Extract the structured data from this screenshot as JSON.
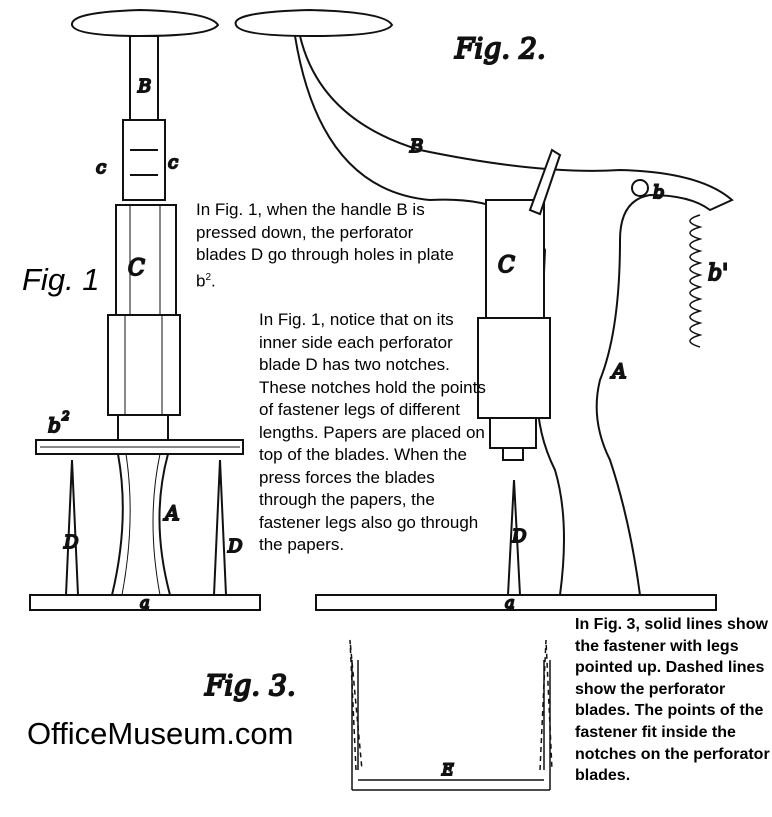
{
  "figure_labels": {
    "fig1": "Fig. 1",
    "fig2": "Fig. 2.",
    "fig3": "Fig. 3."
  },
  "part_labels": {
    "B_fig1": "B",
    "c_left": "c",
    "c_right": "c",
    "C_fig1": "C",
    "b2": "b",
    "b2_sup": "2",
    "A_fig1": "A",
    "D_left": "D",
    "D_right": "D",
    "a_fig1": "a",
    "B_fig2": "B",
    "C_fig2": "C",
    "b_fig2": "b",
    "b_prime": "b'",
    "A_fig2": "A",
    "D_fig2": "D",
    "a_fig2": "a",
    "E_fig3": "E"
  },
  "notes": {
    "note1_text": "In Fig. 1, when the handle B is pressed down, the perforator blades D go through holes in plate b",
    "note1_sup": "2",
    "note1_end": ".",
    "note2": "In Fig. 1, notice that on its inner side each perforator blade D has two notches. These notches hold the points of fastener legs of different lengths. Papers are placed on top of the blades. When the press forces the blades through the papers, the fastener legs also go through the papers.",
    "note3": "In Fig. 3, solid lines show the fastener with legs pointed up. Dashed lines show the perforator blades. The points of the fastener fit inside the notches on the perforator blades."
  },
  "site": "OfficeMuseum.com"
}
